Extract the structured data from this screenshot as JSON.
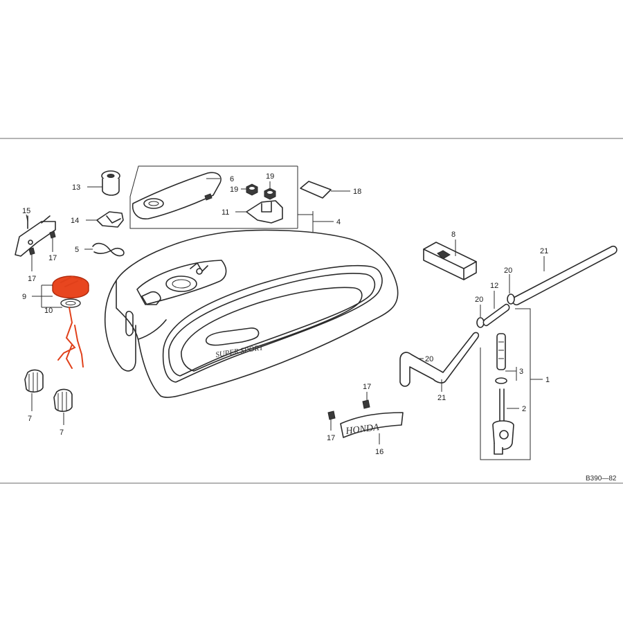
{
  "diagram": {
    "figure_code": "B390—82",
    "tank_badge_text": "SUPER SPORT",
    "emblem_text": "HONDA",
    "highlight_color": "#e8461f",
    "highlighted_part": "9",
    "callouts": {
      "c1": "1",
      "c2": "2",
      "c3": "3",
      "c4": "4",
      "c5": "5",
      "c6": "6",
      "c7a": "7",
      "c7b": "7",
      "c8": "8",
      "c9": "9",
      "c10": "10",
      "c11": "11",
      "c12": "12",
      "c13": "13",
      "c14": "14",
      "c15": "15",
      "c16": "16",
      "c17a": "17",
      "c17b": "17",
      "c17c": "17",
      "c17d": "17",
      "c18": "18",
      "c19a": "19",
      "c19b": "19",
      "c20a": "20",
      "c20b": "20",
      "c20c": "20",
      "c21a": "21",
      "c21b": "21"
    }
  }
}
